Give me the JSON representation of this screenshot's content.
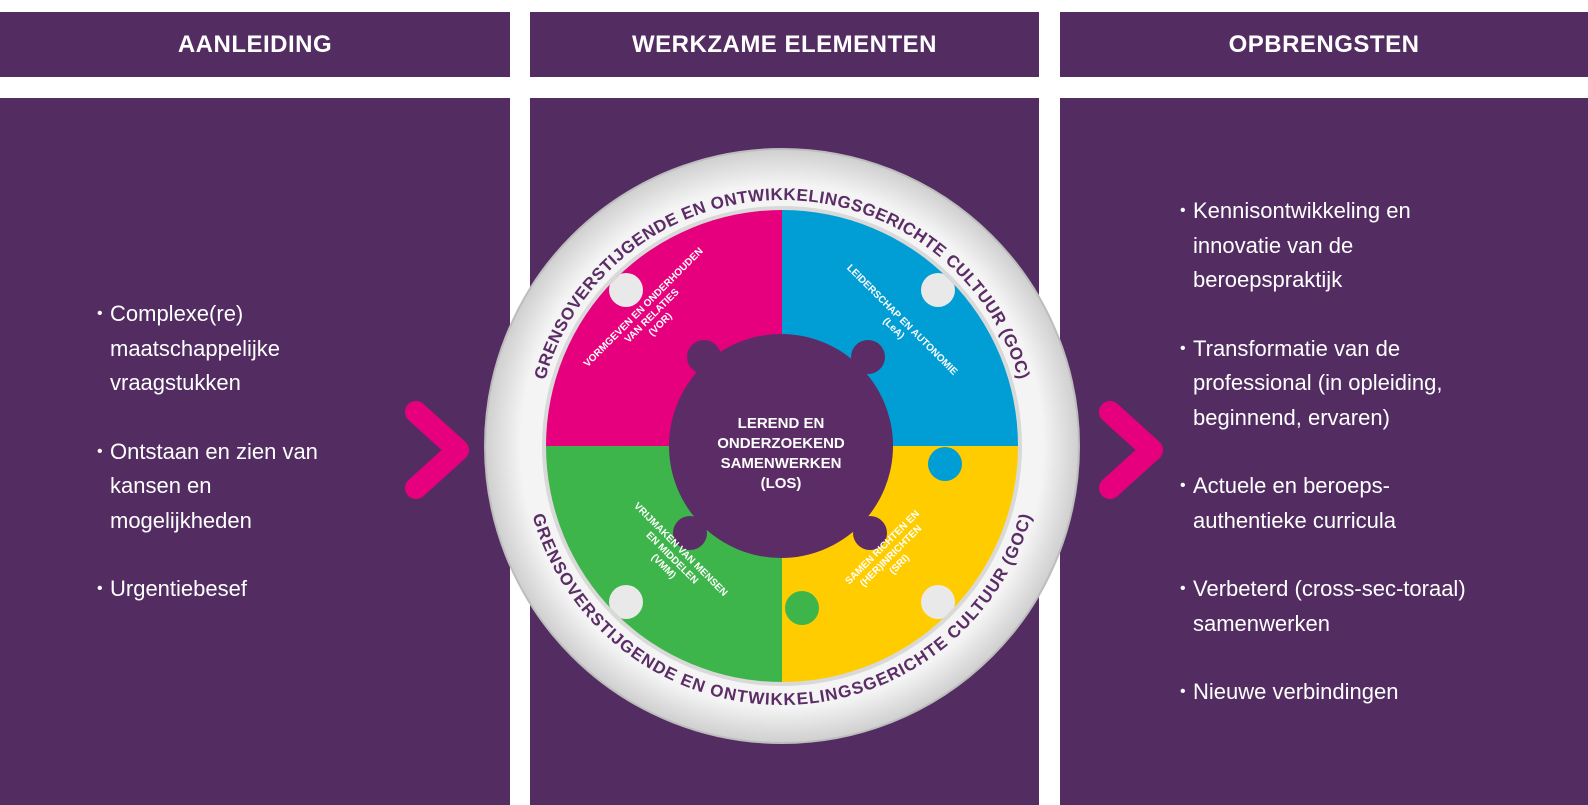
{
  "columns": {
    "left": {
      "title": "AANLEIDING",
      "items": [
        "Complexe(re) maatschappelijke vraagstukken",
        "Ontstaan en zien van kansen en mogelijkheden",
        "Urgentiebesef"
      ]
    },
    "middle": {
      "title": "WERKZAME ELEMENTEN"
    },
    "right": {
      "title": "OPBRENGSTEN",
      "items": [
        "Kennisontwikkeling en innovatie van de beroepspraktijk",
        "Transformatie van de professional (in opleiding, beginnend, ervaren)",
        "Actuele en beroeps-authentieke curricula",
        "Verbeterd (cross-sec-toraal) samenwerken",
        "Nieuwe verbindingen"
      ]
    }
  },
  "diagram": {
    "outer_ring_top": "GRENSOVERSTIJGENDE EN ONTWIKKELINGSGERICHTE CULTUUR (GOC)",
    "outer_ring_bottom": "GRENSOVERSTIJGENDE EN ONTWIKKELINGSGERICHTE CULTUUR (GOC)",
    "center": {
      "line1": "LEREND EN",
      "line2": "ONDERZOEKEND",
      "line3": "SAMENWERKEN",
      "line4": "(LOS)"
    },
    "quadrants": {
      "top_left": {
        "line1": "VORMGEVEN EN ONDERHOUDEN",
        "line2": "VAN RELATIES",
        "line3": "(VOR)",
        "color": "#e6007e"
      },
      "top_right": {
        "line1": "LEIDERSCHAP EN AUTONOMIE",
        "line2": "(LeA)",
        "color": "#009ed4"
      },
      "bottom_left": {
        "line1": "VRIJMAKEN VAN MENSEN",
        "line2": "EN MIDDELEN",
        "line3": "(VMM)",
        "color": "#3db54a"
      },
      "bottom_right": {
        "line1": "SAMEN RICHTEN EN",
        "line2": "(HER)INRICHTEN",
        "line3": "(SRI)",
        "color": "#ffcc00"
      }
    }
  },
  "colors": {
    "panel": "#532d62",
    "accent_chevron": "#e6007e",
    "ring": "#e3e3e3"
  },
  "icons": {
    "left_arrow": "chevron-right-icon",
    "right_arrow": "chevron-right-icon"
  }
}
